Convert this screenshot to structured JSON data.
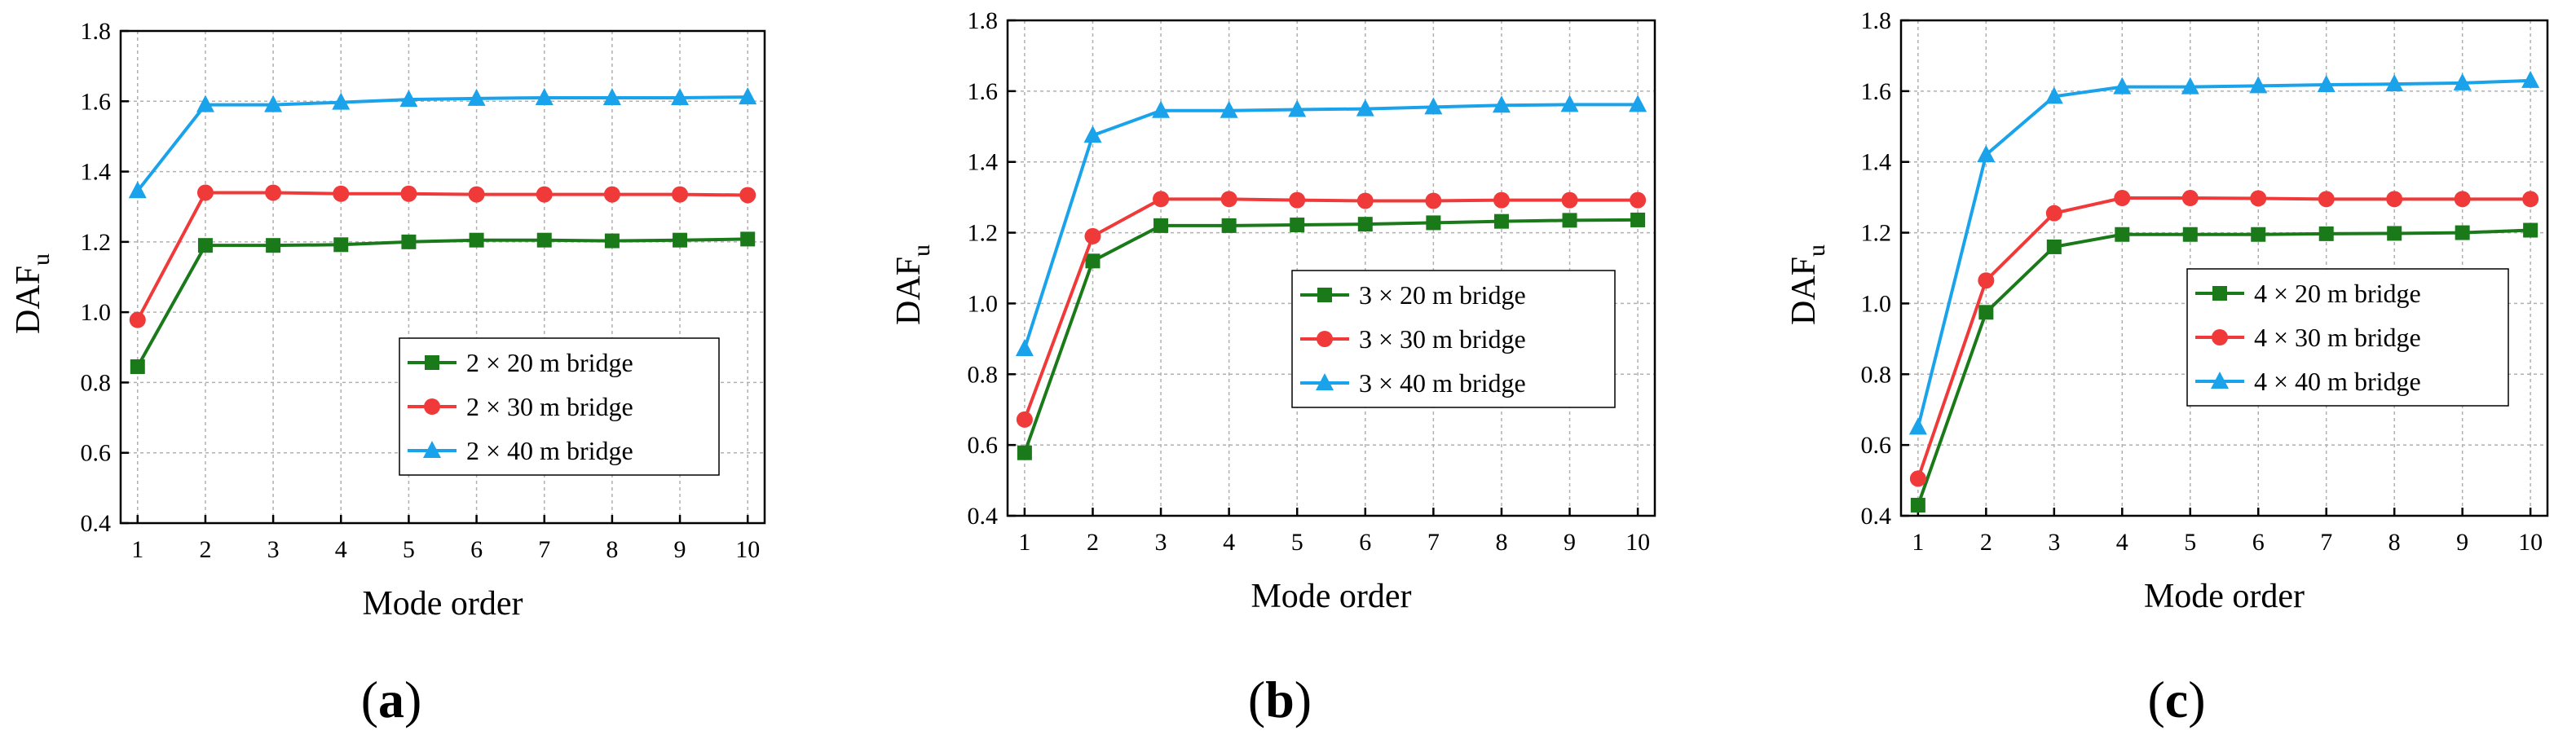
{
  "colors": {
    "series1": "#1a7a1a",
    "series2": "#f03a3a",
    "series3": "#1aa3ea"
  },
  "chart_data": [
    {
      "type": "line",
      "panel_label": "a",
      "xlabel": "Mode order",
      "ylabel_main": "DAF",
      "ylabel_sub": "u",
      "x": [
        1,
        2,
        3,
        4,
        5,
        6,
        7,
        8,
        9,
        10
      ],
      "xlim": [
        0.75,
        10.25
      ],
      "ylim": [
        0.4,
        1.8
      ],
      "yticks": [
        "0.4",
        "0.6",
        "0.8",
        "1.0",
        "1.2",
        "1.4",
        "1.6",
        "1.8"
      ],
      "xticks": [
        "1",
        "2",
        "3",
        "4",
        "5",
        "6",
        "7",
        "8",
        "9",
        "10"
      ],
      "grid": true,
      "legend_position": "bottom-right",
      "series": [
        {
          "name": "2 × 20 m bridge",
          "marker": "square",
          "color": "#1a7a1a",
          "values": [
            0.845,
            1.19,
            1.19,
            1.192,
            1.2,
            1.205,
            1.205,
            1.203,
            1.205,
            1.208
          ]
        },
        {
          "name": "2 × 30 m bridge",
          "marker": "circle",
          "color": "#f03a3a",
          "values": [
            0.978,
            1.34,
            1.34,
            1.337,
            1.337,
            1.335,
            1.335,
            1.335,
            1.335,
            1.333
          ]
        },
        {
          "name": "2 × 40 m bridge",
          "marker": "triangle",
          "color": "#1aa3ea",
          "values": [
            1.345,
            1.59,
            1.59,
            1.597,
            1.605,
            1.608,
            1.61,
            1.61,
            1.61,
            1.612
          ]
        }
      ]
    },
    {
      "type": "line",
      "panel_label": "b",
      "xlabel": "Mode order",
      "ylabel_main": "DAF",
      "ylabel_sub": "u",
      "x": [
        1,
        2,
        3,
        4,
        5,
        6,
        7,
        8,
        9,
        10
      ],
      "xlim": [
        0.75,
        10.25
      ],
      "ylim": [
        0.4,
        1.8
      ],
      "yticks": [
        "0.4",
        "0.6",
        "0.8",
        "1.0",
        "1.2",
        "1.4",
        "1.6",
        "1.8"
      ],
      "xticks": [
        "1",
        "2",
        "3",
        "4",
        "5",
        "6",
        "7",
        "8",
        "9",
        "10"
      ],
      "grid": true,
      "legend_position": "center-right",
      "series": [
        {
          "name": "3 × 20 m bridge",
          "marker": "square",
          "color": "#1a7a1a",
          "values": [
            0.578,
            1.12,
            1.22,
            1.22,
            1.222,
            1.224,
            1.228,
            1.232,
            1.235,
            1.236
          ]
        },
        {
          "name": "3 × 30 m bridge",
          "marker": "circle",
          "color": "#f03a3a",
          "values": [
            0.672,
            1.19,
            1.295,
            1.295,
            1.292,
            1.29,
            1.29,
            1.292,
            1.292,
            1.292
          ]
        },
        {
          "name": "3 × 40 m bridge",
          "marker": "triangle",
          "color": "#1aa3ea",
          "values": [
            0.872,
            1.475,
            1.545,
            1.545,
            1.548,
            1.55,
            1.555,
            1.56,
            1.562,
            1.562
          ]
        }
      ]
    },
    {
      "type": "line",
      "panel_label": "c",
      "xlabel": "Mode order",
      "ylabel_main": "DAF",
      "ylabel_sub": "u",
      "x": [
        1,
        2,
        3,
        4,
        5,
        6,
        7,
        8,
        9,
        10
      ],
      "xlim": [
        0.75,
        10.25
      ],
      "ylim": [
        0.4,
        1.8
      ],
      "yticks": [
        "0.4",
        "0.6",
        "0.8",
        "1.0",
        "1.2",
        "1.4",
        "1.6",
        "1.8"
      ],
      "xticks": [
        "1",
        "2",
        "3",
        "4",
        "5",
        "6",
        "7",
        "8",
        "9",
        "10"
      ],
      "grid": true,
      "legend_position": "center-right",
      "series": [
        {
          "name": "4 × 20 m bridge",
          "marker": "square",
          "color": "#1a7a1a",
          "values": [
            0.43,
            0.975,
            1.16,
            1.195,
            1.195,
            1.195,
            1.197,
            1.198,
            1.2,
            1.207
          ]
        },
        {
          "name": "4 × 30 m bridge",
          "marker": "circle",
          "color": "#f03a3a",
          "values": [
            0.505,
            1.065,
            1.255,
            1.298,
            1.298,
            1.297,
            1.295,
            1.295,
            1.295,
            1.295
          ]
        },
        {
          "name": "4 × 40 m bridge",
          "marker": "triangle",
          "color": "#1aa3ea",
          "values": [
            0.65,
            1.42,
            1.585,
            1.612,
            1.612,
            1.615,
            1.618,
            1.62,
            1.623,
            1.63
          ]
        }
      ]
    }
  ]
}
